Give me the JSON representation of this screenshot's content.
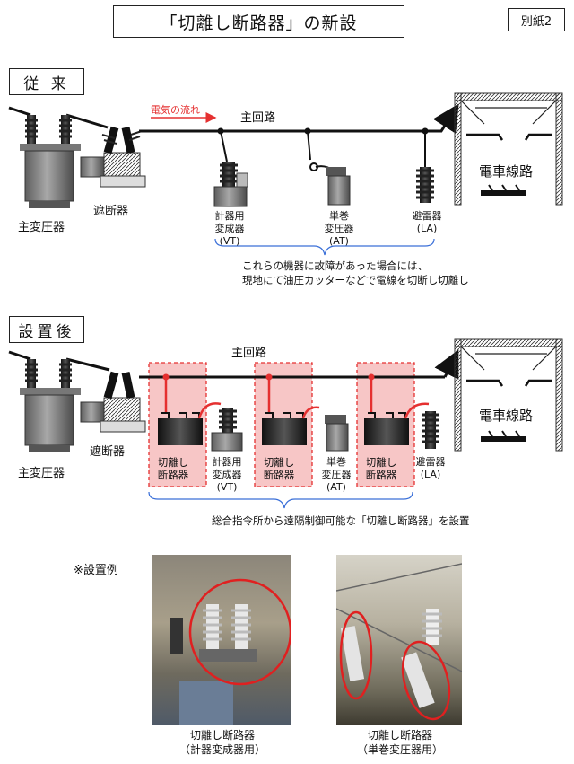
{
  "title": "「切離し断路器」の新設",
  "annex_label": "別紙2",
  "before": {
    "heading": "従 来",
    "flow_label": "電気の流れ",
    "main_circuit": "主回路",
    "transformer": "主変圧器",
    "breaker": "遮断器",
    "vt_name": "計器用\n変成器",
    "vt_abbr": "(VT)",
    "at_name": "単巻\n変圧器",
    "at_abbr": "(AT)",
    "la_name": "避雷器",
    "la_abbr": "(LA)",
    "catenary": "電車線路",
    "note_line1": "これらの機器に故障があった場合には、",
    "note_line2": "現地にて油圧カッターなどで電線を切断し切離し"
  },
  "after": {
    "heading": "設置後",
    "main_circuit": "主回路",
    "transformer": "主変圧器",
    "breaker": "遮断器",
    "disconnector": "切離し\n断路器",
    "vt_name": "計器用\n変成器",
    "vt_abbr": "(VT)",
    "at_name": "単巻\n変圧器",
    "at_abbr": "(AT)",
    "la_name": "避雷器",
    "la_abbr": "(LA)",
    "catenary": "電車線路",
    "note": "総合指令所から遠隔制御可能な「切離し断路器」を設置"
  },
  "example": {
    "heading": "※設置例",
    "photo1_caption": "切離し断路器",
    "photo1_sub": "（計器変成器用）",
    "photo2_caption": "切離し断路器",
    "photo2_sub": "（単巻変圧器用）"
  },
  "colors": {
    "accent_red": "#e53030",
    "highlight_fill": "#f7c6c6",
    "link_blue": "#3a6fd8"
  }
}
